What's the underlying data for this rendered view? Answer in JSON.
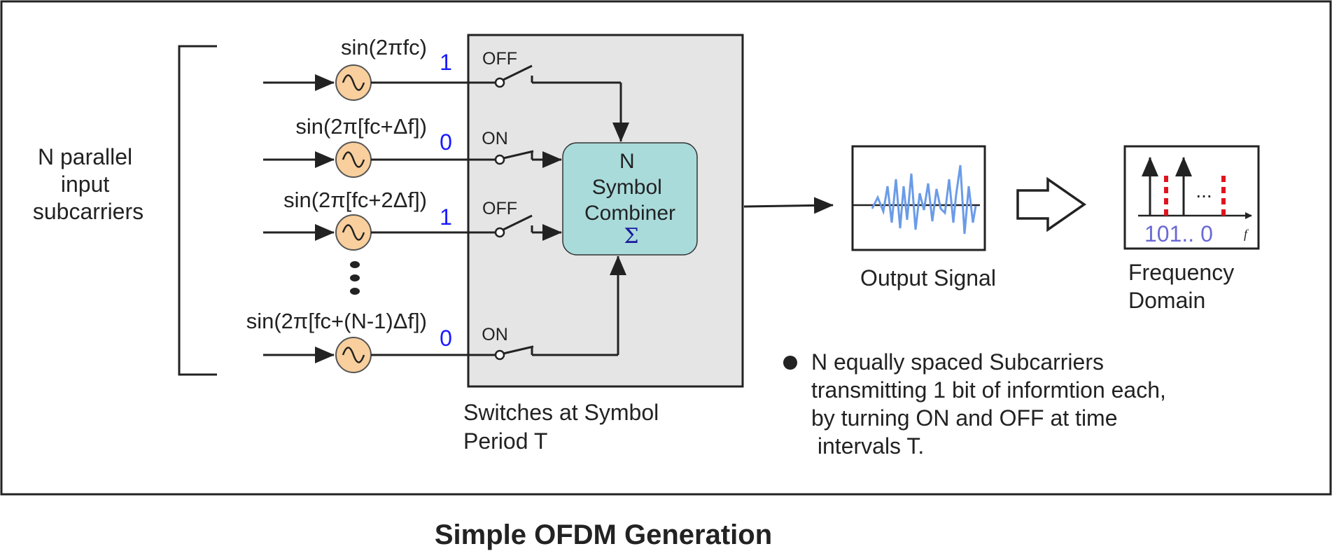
{
  "caption": "Simple OFDM Generation",
  "input_label": [
    "N parallel",
    "input",
    "subcarriers"
  ],
  "subcarriers": [
    {
      "formula": "sin(2πfc)",
      "bit": "1",
      "switch": "OFF"
    },
    {
      "formula": "sin(2π[fc+Δf])",
      "bit": "0",
      "switch": "ON"
    },
    {
      "formula": "sin(2π[fc+2Δf])",
      "bit": "1",
      "switch": "OFF"
    },
    {
      "formula": "sin(2π[fc+(N-1)Δf])",
      "bit": "0",
      "switch": "ON"
    }
  ],
  "combiner": {
    "line1": "N",
    "line2": "Symbol",
    "line3": "Combiner",
    "symbol": "Σ"
  },
  "switches_caption": [
    "Switches at Symbol",
    "Period T"
  ],
  "output_label": "Output Signal",
  "frequency_label": [
    "Frequency",
    "Domain"
  ],
  "spectrum": {
    "bits": "101.. 0",
    "axis": "f",
    "dots": "..."
  },
  "note": [
    "N equally spaced Subcarriers",
    "transmitting 1 bit of informtion each,",
    "by turning ON and OFF at time",
    " intervals T."
  ],
  "colors": {
    "bit": "#1a1aff",
    "oscillator_fill": "#f8cf9d",
    "combiner_fill": "#a9dbdb",
    "switch_panel": "#e5e5e5",
    "waveform": "#6a9be8",
    "spectrum_text": "#6a6ad6",
    "spectrum_dashed": "#e0141e"
  },
  "icons": {
    "oscillator": "sine-oscillator-icon",
    "arrow": "hollow-right-arrow-icon"
  }
}
